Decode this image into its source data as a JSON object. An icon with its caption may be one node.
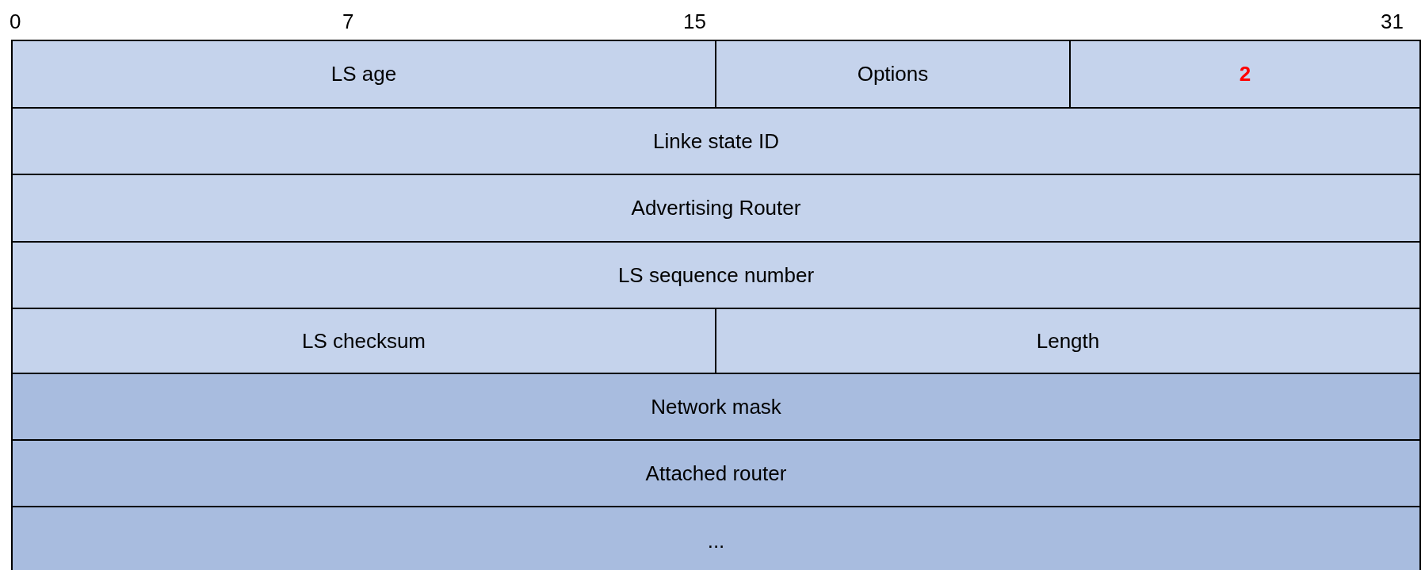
{
  "diagram": {
    "nodes": [
      {
        "text": [
          "LS age"
        ]
      },
      {
        "text": [
          "Options"
        ]
      },
      {
        "text": [
          "2"
        ]
      },
      {
        "text": [
          "Linke state ID"
        ]
      },
      {
        "text": [
          "Advertising Router"
        ]
      },
      {
        "text": [
          "LS sequence number"
        ]
      },
      {
        "text": [
          "LS checksum"
        ]
      },
      {
        "text": [
          "Length"
        ]
      },
      {
        "text": [
          "Network mask"
        ]
      },
      {
        "text": [
          "Attached router"
        ]
      },
      {
        "text": [
          "..."
        ]
      }
    ],
    "labels": [
      "0",
      "7",
      "15",
      "31"
    ]
  }
}
